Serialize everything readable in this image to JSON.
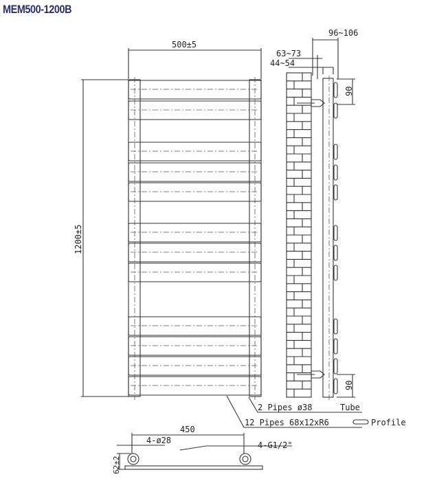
{
  "title": "MEM500-1200B",
  "dims": {
    "width": "500±5",
    "height": "1200±5",
    "depth_total": "96~106",
    "depth_mid": "63~73",
    "depth_wall": "44~54",
    "bracket_top": "90",
    "bracket_bottom": "90",
    "pipe_centres": "450",
    "inlet_dia": "4-ø28",
    "inlet_height": "62±2",
    "thread": "4-G1/2\""
  },
  "labels": {
    "tubes": "2 Pipes ø38",
    "tube_type": "Tube",
    "bars": "12 Pipes 68x12xR6",
    "bar_type": "Profile"
  }
}
